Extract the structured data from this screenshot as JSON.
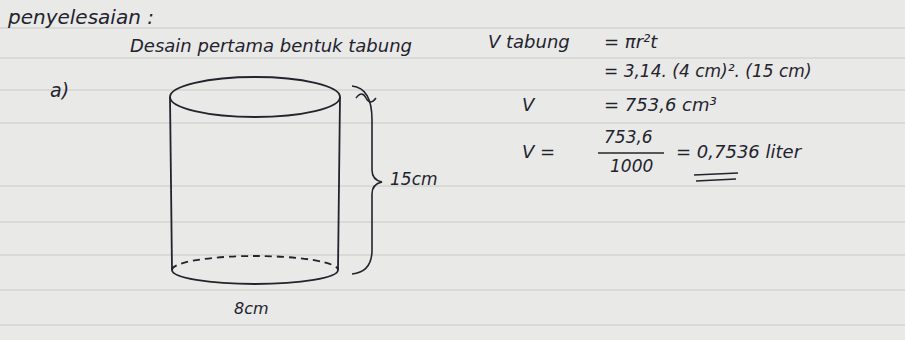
{
  "diagram": {
    "labels": [
      "penyelesaian :",
      "Desain pertama bentuk tabung",
      "a)",
      "15cm",
      "8cm",
      "V tabung",
      "= πr²t",
      "= 3,14. (4 cm)². (15 cm)",
      "V",
      "= 753,6 cm³",
      "V =",
      "753,6",
      "1000",
      "= 0,7536 liter"
    ]
  }
}
